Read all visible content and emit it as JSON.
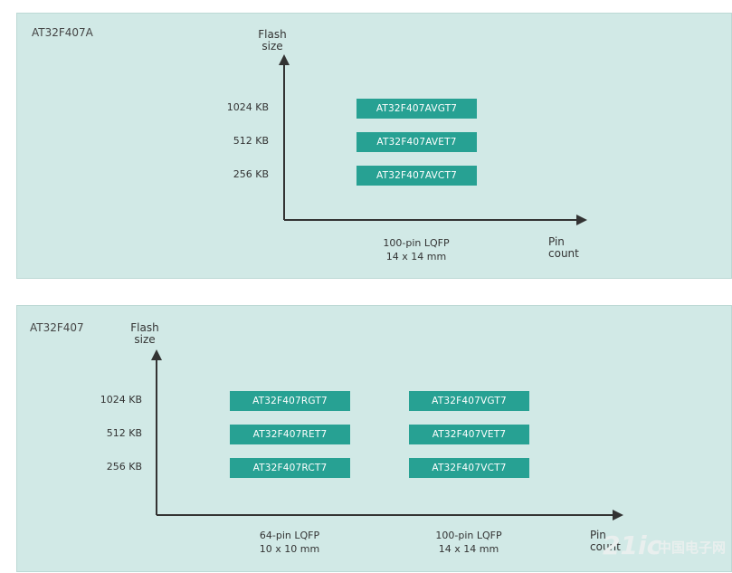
{
  "panels": [
    {
      "title": "AT32F407A",
      "y_axis_label": [
        "Flash",
        "size"
      ],
      "x_axis_label": [
        "Pin",
        "count"
      ],
      "flash_sizes": [
        "1024 KB",
        "512 KB",
        "256 KB"
      ],
      "packages": [
        {
          "name": "100-pin LQFP",
          "dimensions": "14 x 14 mm",
          "parts": [
            "AT32F407AVGT7",
            "AT32F407AVET7",
            "AT32F407AVCT7"
          ]
        }
      ]
    },
    {
      "title": "AT32F407",
      "y_axis_label": [
        "Flash",
        "size"
      ],
      "x_axis_label": [
        "Pin",
        "count"
      ],
      "flash_sizes": [
        "1024 KB",
        "512 KB",
        "256 KB"
      ],
      "packages": [
        {
          "name": "64-pin LQFP",
          "dimensions": "10 x 10 mm",
          "parts": [
            "AT32F407RGT7",
            "AT32F407RET7",
            "AT32F407RCT7"
          ]
        },
        {
          "name": "100-pin LQFP",
          "dimensions": "14 x 14 mm",
          "parts": [
            "AT32F407VGT7",
            "AT32F407VET7",
            "AT32F407VCT7"
          ]
        }
      ]
    }
  ],
  "watermark": {
    "brand": "21ic",
    "text": "中国电子网"
  },
  "colors": {
    "panel_bg": "#d1e9e6",
    "chip": "#27a193",
    "axis": "#333333"
  }
}
